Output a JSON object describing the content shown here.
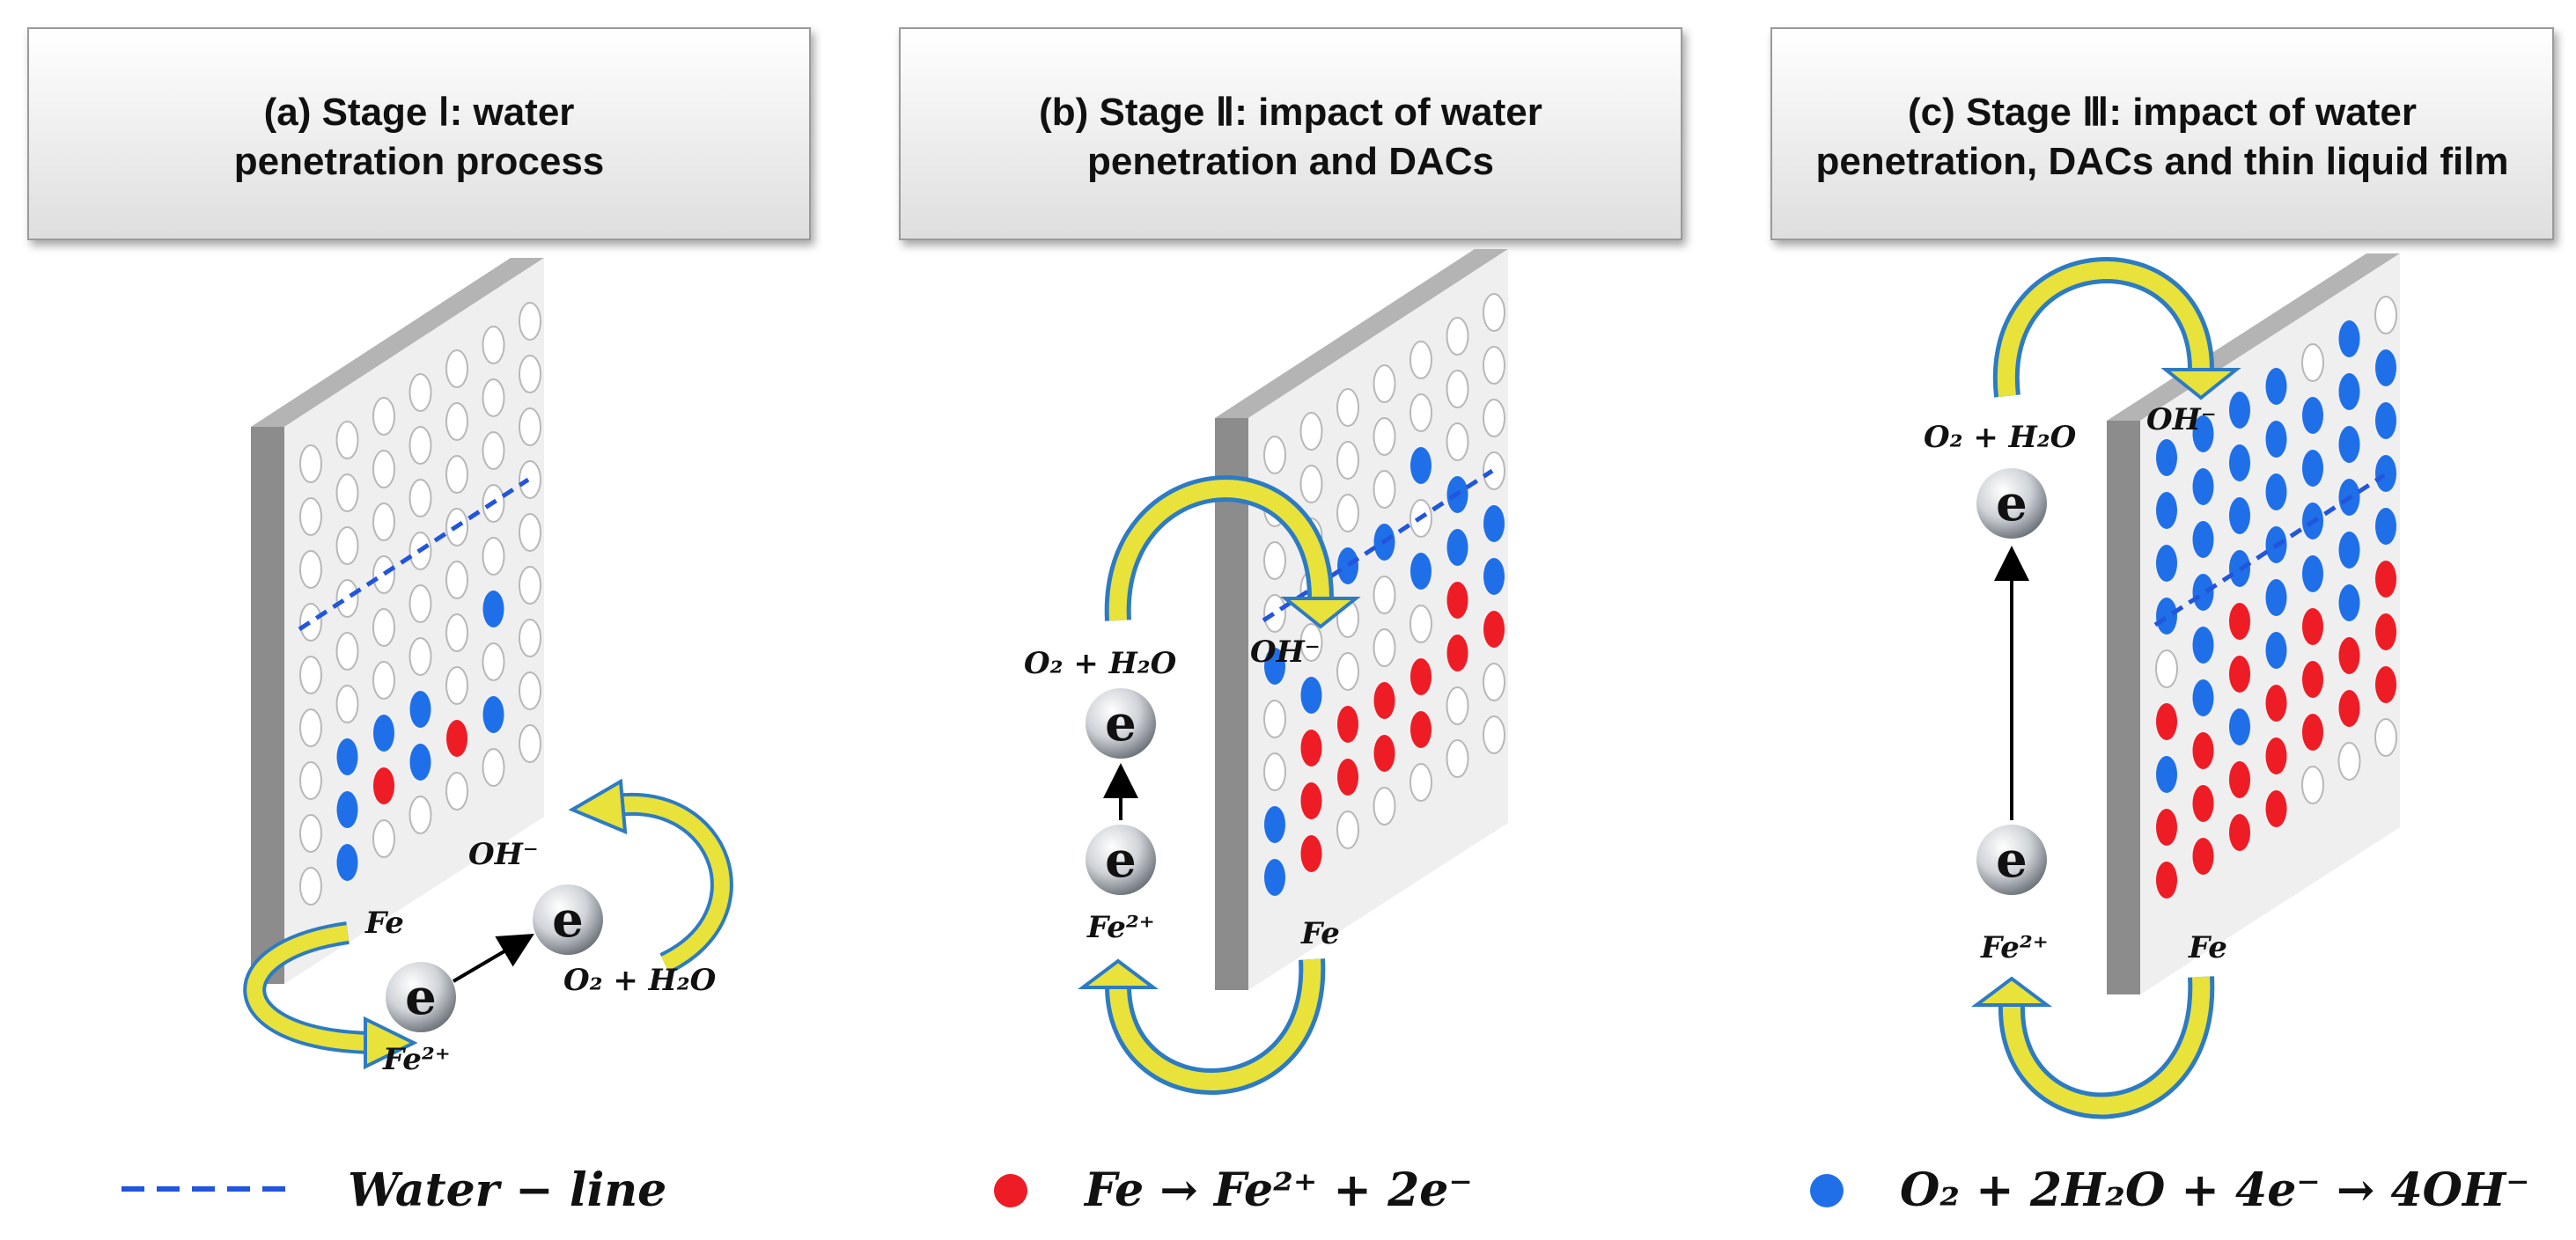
{
  "colors": {
    "fe_red": "#ee1c25",
    "oh_blue": "#1f6fe8",
    "water_line": "#2255dd",
    "arrow_fill": "#e8e23a",
    "arrow_stroke": "#2c7bc4",
    "plate_face": "#efefef",
    "plate_edge": "#8c8c8c"
  },
  "panels": [
    {
      "title_line1": "(a) Stage Ⅰ: water",
      "title_line2": "penetration process",
      "label_fe": "Fe",
      "label_fe2": "Fe²⁺",
      "label_o2": "O₂ + H₂O",
      "label_oh": "OH⁻",
      "electron": "e",
      "grid": [
        "wwwwwww",
        "wwwwwww",
        "wwwwwww",
        "wwwwwww",
        "wwwwwww",
        "wwwwwbw",
        "wbbbwww",
        "wbrbrbw",
        "wbwwwww"
      ]
    },
    {
      "title_line1": "(b) Stage Ⅱ: impact of water",
      "title_line2": "penetration and DACs",
      "label_fe": "Fe",
      "label_fe2": "Fe²⁺",
      "label_o2": "O₂ + H₂O",
      "label_oh": "OH⁻",
      "electron": "e",
      "grid": [
        "wwwwwww",
        "wwwwwww",
        "wwwwbww",
        "wwbbwbw",
        "bwwwbbb",
        "wbwwwrb",
        "wrrrrrr",
        "brrrrww",
        "brwwwww"
      ]
    },
    {
      "title_line1": "(c) Stage Ⅲ: impact of water",
      "title_line2": "penetration, DACs and thin liquid film",
      "label_fe": "Fe",
      "label_fe2": "Fe²⁺",
      "label_o2": "O₂ + H₂O",
      "label_oh": "OH⁻",
      "electron": "e",
      "grid": [
        "bbbbwbw",
        "bbbbbbb",
        "bbbbbbb",
        "bbbbbbb",
        "wbrbbbb",
        "rbrbrbr",
        "brbrrrr",
        "rrrrrrr",
        "rrrrwww"
      ]
    }
  ],
  "legend": {
    "water_line": "Water − line",
    "fe_reaction": "Fe → Fe²⁺ + 2e⁻",
    "oh_reaction": "O₂ + 2H₂O + 4e⁻ → 4OH⁻"
  }
}
